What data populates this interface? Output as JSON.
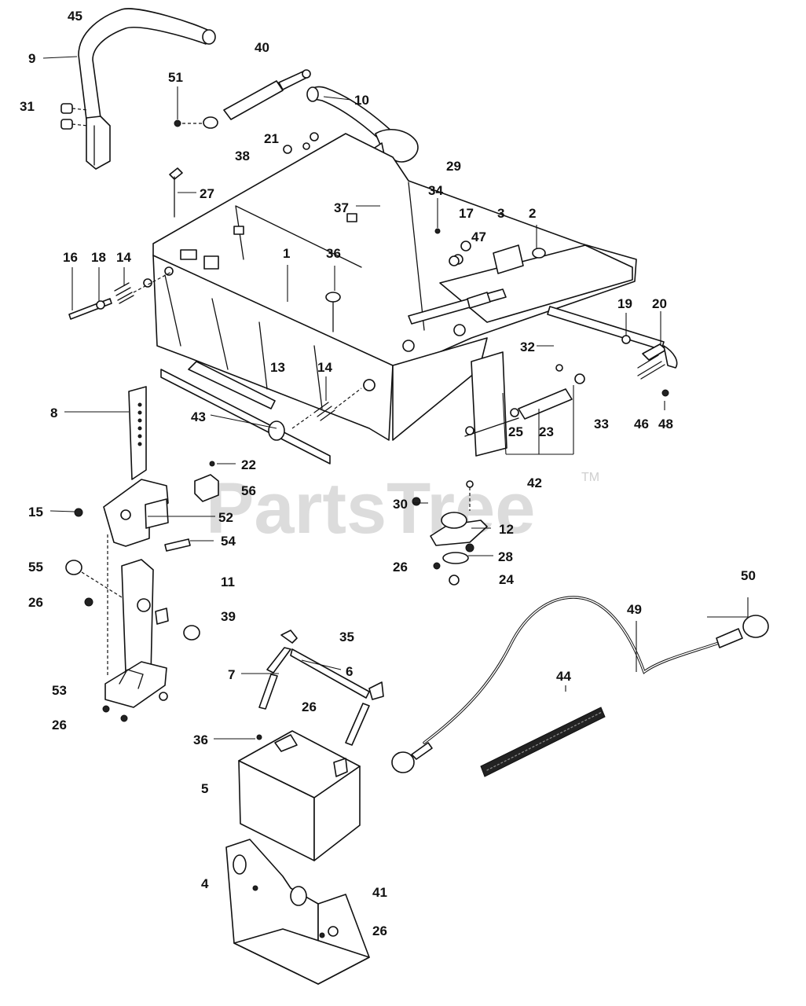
{
  "diagram": {
    "watermark": "PartsTree",
    "trademark": "TM",
    "labels": {
      "l45": "45",
      "l9": "9",
      "l40": "40",
      "l51": "51",
      "l31": "31",
      "l10": "10",
      "l21": "21",
      "l38": "38",
      "l29": "29",
      "l27": "27",
      "l34": "34",
      "l37": "37",
      "l17": "17",
      "l3": "3",
      "l2": "2",
      "l47": "47",
      "l16": "16",
      "l18": "18",
      "l14a": "14",
      "l1": "1",
      "l36a": "36",
      "l19": "19",
      "l20": "20",
      "l13": "13",
      "l14b": "14",
      "l32": "32",
      "l8": "8",
      "l43": "43",
      "l25": "25",
      "l23": "23",
      "l33": "33",
      "l46": "46",
      "l48": "48",
      "l22": "22",
      "l56": "56",
      "l42": "42",
      "l15": "15",
      "l52": "52",
      "l30": "30",
      "l12": "12",
      "l54": "54",
      "l55": "55",
      "l28": "28",
      "l26a": "26",
      "l11": "11",
      "l24": "24",
      "l26b": "26",
      "l39": "39",
      "l50": "50",
      "l49": "49",
      "l35": "35",
      "l6": "6",
      "l7": "7",
      "l44": "44",
      "l53": "53",
      "l26c": "26",
      "l26d": "26",
      "l36b": "36",
      "l5": "5",
      "l4": "4",
      "l41": "41",
      "l26e": "26"
    }
  }
}
